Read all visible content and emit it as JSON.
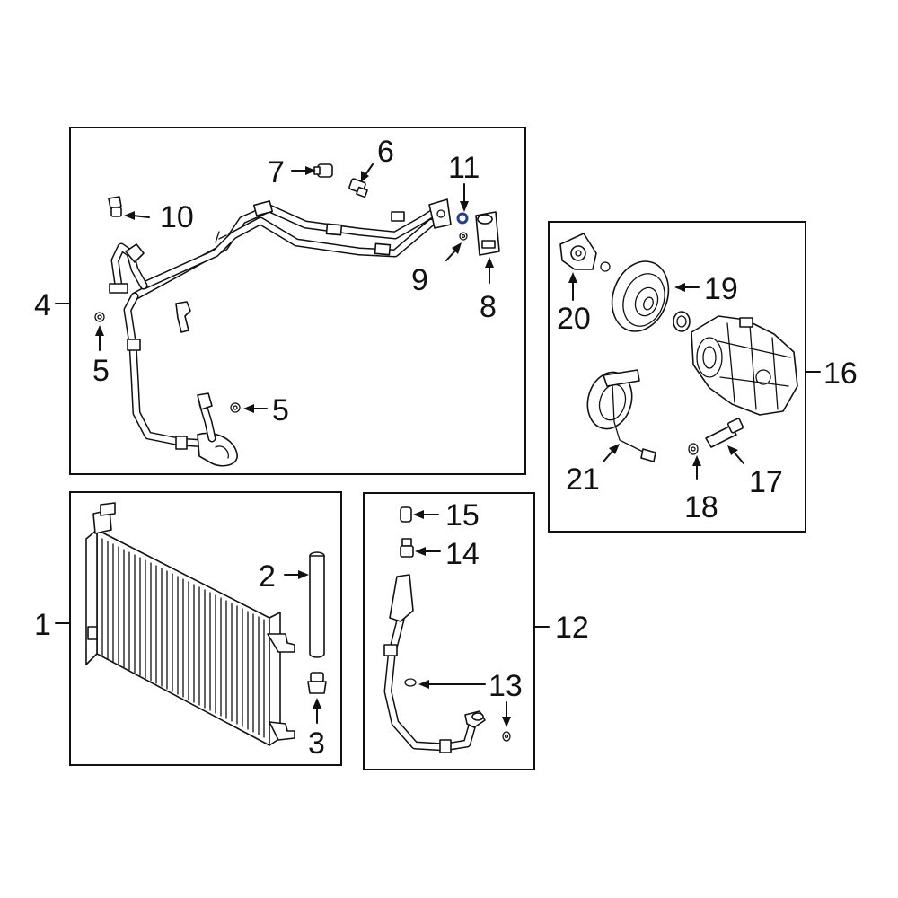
{
  "diagram": {
    "panels": {
      "hose_assembly": {
        "label": "4",
        "parts": [
          "5",
          "5",
          "6",
          "7",
          "8",
          "9",
          "10",
          "11"
        ]
      },
      "condenser": {
        "label": "1",
        "parts": [
          "2",
          "3"
        ]
      },
      "discharge_hose": {
        "label": "12",
        "parts": [
          "13",
          "14",
          "15"
        ]
      },
      "compressor": {
        "label": "16",
        "parts": [
          "17",
          "18",
          "19",
          "20",
          "21"
        ]
      }
    },
    "highlight_color": "#1f3f8f"
  }
}
